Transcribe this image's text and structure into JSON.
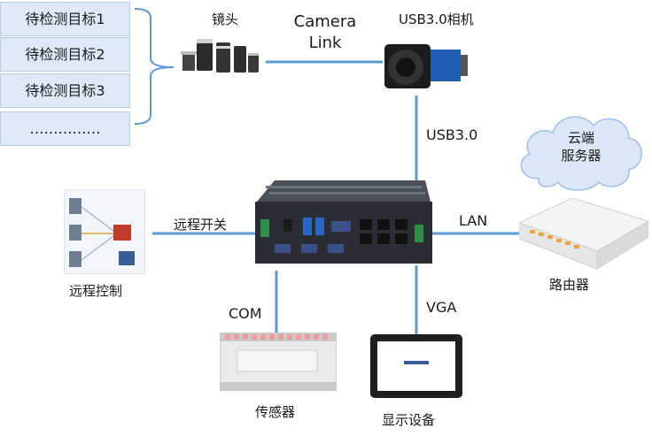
{
  "targets": [
    "待检测目标1",
    "待检测目标2",
    "待检测目标3",
    "……………"
  ],
  "labels": {
    "lens": "镜头",
    "camera_link_1": "Camera",
    "camera_link_2": "Link",
    "usb_camera": "USB3.0相机",
    "usb30": "USB3.0",
    "cloud_1": "云端",
    "cloud_2": "服务器",
    "remote_switch": "远程开关",
    "lan": "LAN",
    "remote_control": "远程控制",
    "router": "路由器",
    "com": "COM",
    "vga": "VGA",
    "sensor": "传感器",
    "display": "显示设备"
  },
  "colors": {
    "line": "#5b9bd5",
    "target_fill": "#dde9f7",
    "cloud_fill": "#dbe7f6"
  }
}
